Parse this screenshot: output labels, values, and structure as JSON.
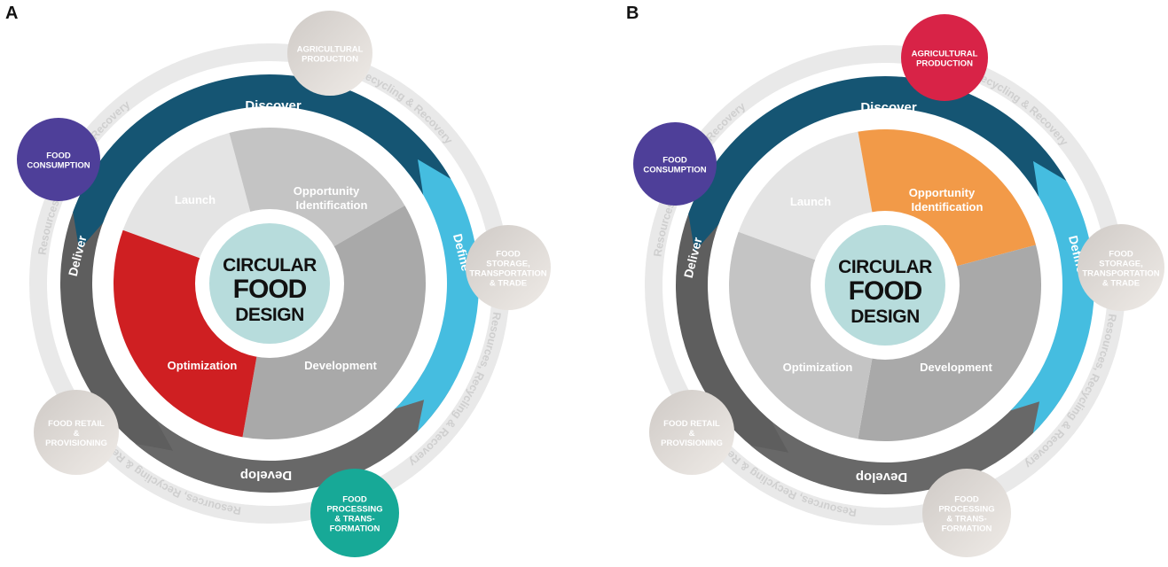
{
  "panels": [
    {
      "letter": "A",
      "highlight": "Optimization",
      "highlight_color": "#cf1f22",
      "stage_bubbles": {
        "AGRICULTURAL PRODUCTION": {
          "color": "gray"
        },
        "FOOD STORAGE, TRANSPORTATION & TRADE": {
          "color": "gray"
        },
        "FOOD PROCESSING & TRANS-FORMATION": {
          "color": "#17a997"
        },
        "FOOD RETAIL & PROVISIONING": {
          "color": "gray"
        },
        "FOOD CONSUMPTION": {
          "color": "#4e3f99"
        }
      }
    },
    {
      "letter": "B",
      "highlight": "Opportunity Identification",
      "highlight_color": "#f29a48",
      "stage_bubbles": {
        "AGRICULTURAL PRODUCTION": {
          "color": "#d82347"
        },
        "FOOD STORAGE, TRANSPORTATION & TRADE": {
          "color": "gray"
        },
        "FOOD PROCESSING & TRANS-FORMATION": {
          "color": "gray"
        },
        "FOOD RETAIL & PROVISIONING": {
          "color": "gray"
        },
        "FOOD CONSUMPTION": {
          "color": "#4e3f99"
        }
      }
    }
  ],
  "center_lines": [
    "CIRCULAR",
    "FOOD",
    "DESIGN"
  ],
  "outer_ring_text": "Resources, Recycling & Recovery",
  "phases": [
    "Discover",
    "Define",
    "Develop",
    "Deliver"
  ],
  "steps": [
    "Launch",
    "Opportunity",
    "Identification",
    "Development",
    "Optimization"
  ],
  "stages": [
    {
      "key": "AGRICULTURAL PRODUCTION",
      "lines": [
        "AGRICULTURAL",
        "PRODUCTION"
      ]
    },
    {
      "key": "FOOD STORAGE, TRANSPORTATION & TRADE",
      "lines": [
        "FOOD",
        "STORAGE,",
        "TRANSPORTATION",
        "& TRADE"
      ]
    },
    {
      "key": "FOOD PROCESSING & TRANS-FORMATION",
      "lines_A": [
        "FOOD",
        "PROCESSING",
        "& TRANS-",
        "FORMATION"
      ],
      "lines_B": [
        "FOOD",
        "PROCESSING",
        "& TRANS-",
        "FORMATION"
      ]
    },
    {
      "key": "FOOD RETAIL & PROVISIONING",
      "lines": [
        "FOOD RETAIL",
        "&",
        "PROVISIONING"
      ]
    },
    {
      "key": "FOOD CONSUMPTION",
      "lines": [
        "FOOD",
        "CONSUMPTION"
      ]
    }
  ],
  "colors": {
    "discover": "#155573",
    "define": "#45bde0",
    "develop": "#686868",
    "deliver": "#5e5e5e",
    "center": "#b7dcdc",
    "inner_light": "#e4e4e4",
    "inner_mid": "#c4c4c4",
    "inner_dark": "#a9a9a9",
    "ring_text": "#cfcfcf"
  }
}
